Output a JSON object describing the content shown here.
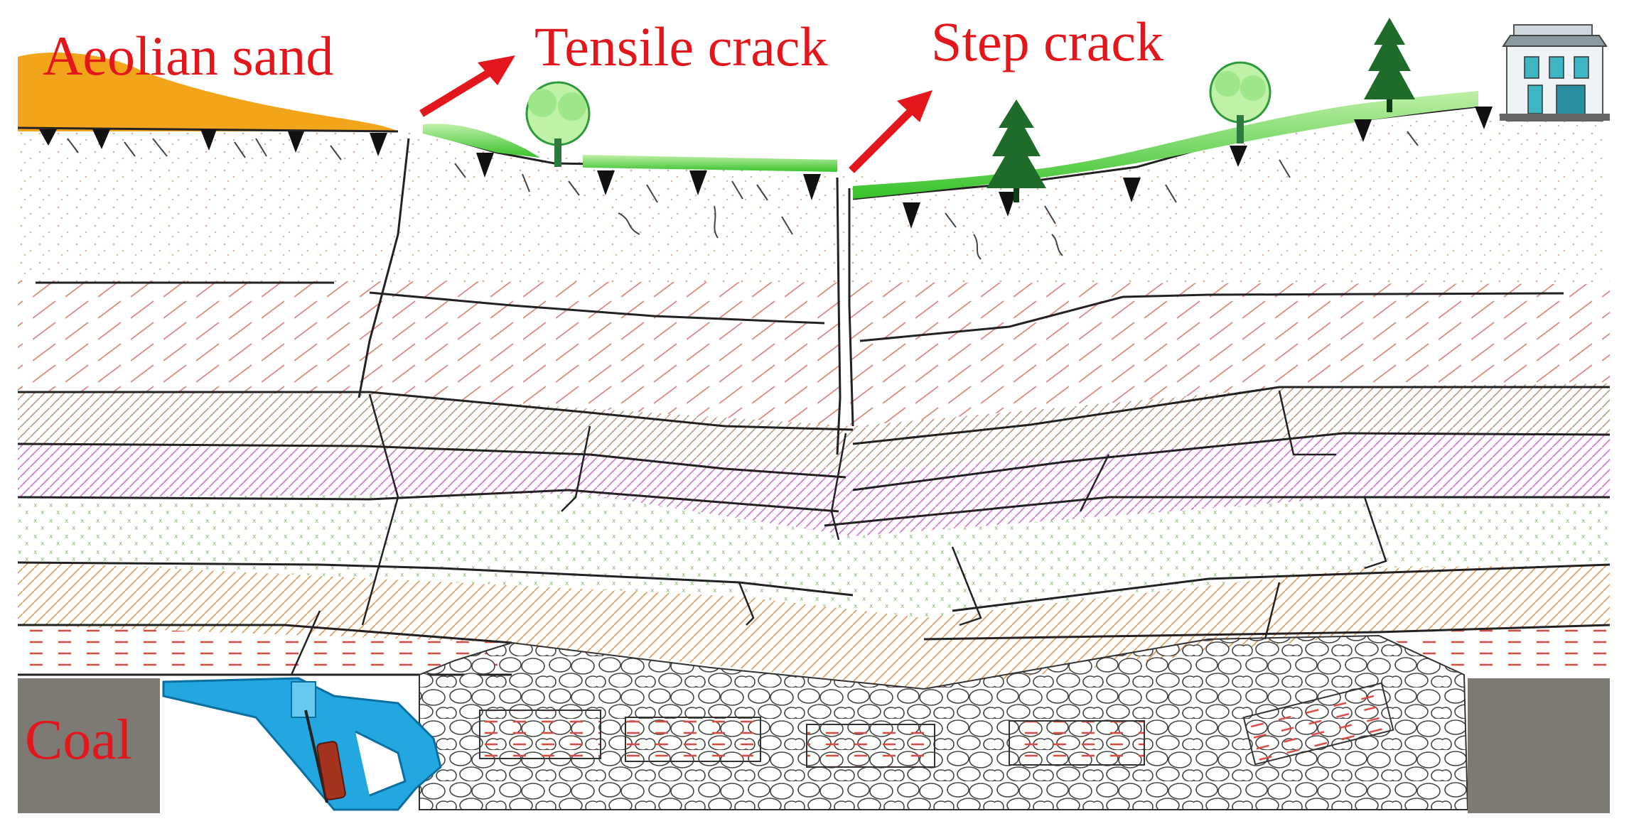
{
  "labels": {
    "aeolian_sand": "Aeolian sand",
    "tensile_crack": "Tensile crack",
    "step_crack": "Step crack",
    "coal": "Coal"
  },
  "colors": {
    "sand": "#f2a51b",
    "arrow": "#e3161b",
    "label_text": "#e3161b",
    "grass": "#5ad43a",
    "tree": "#1f6b2a",
    "coal_block": "#7d7a74",
    "shearer": "#22a7e0",
    "shearer_drum": "#a4331f",
    "stratum_line": "#222222"
  },
  "icons": {
    "trees": [
      "deciduous-tree-icon",
      "conifer-tree-icon"
    ],
    "building": "house-icon",
    "shearer": "shearer-machine-icon",
    "vertical_joint_marker": "triangle-marker-icon"
  }
}
